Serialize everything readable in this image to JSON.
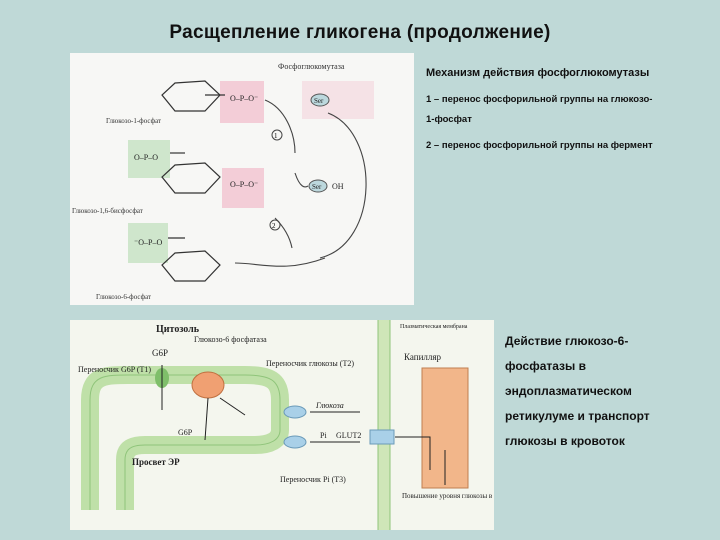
{
  "title": "Расщепление гликогена (продолжение)",
  "top_caption": {
    "heading": "Механизм действия фосфоглюкомутазы",
    "line1": "1 – перенос фосфорильной группы на глюкозо-",
    "line1b": "1-фосфат",
    "line2": "2 – перенос фосфорильной группы на фермент"
  },
  "bottom_caption": {
    "lines": [
      "Действие глюкозо-6-",
      "фосфатазы в",
      "эндоплазматическом",
      "ретикулуме и транспорт",
      "глюкозы в кровоток"
    ]
  },
  "top_figure": {
    "mutase_label": "Фосфоглюкомутаза",
    "glc1p_label": "Глюкозо-1-фосфат",
    "glc16bp_label": "Глюкозо-1,6-бисфосфат",
    "glc6p_label": "Глюкозо-6-фосфат",
    "ser_label": "Ser",
    "oh_label": "OH",
    "step1": "1",
    "step2": "2"
  },
  "bottom_figure": {
    "cytosol": "Цитозоль",
    "membrane": "Плазматическая мембрана",
    "capillary": "Капилляр",
    "g6p": "G6P",
    "g6p_transporter": "Переносчик G6P (T1)",
    "g6pase": "Глюкозо-6 фосфатаза",
    "glucose_transporter": "Переносчик глюкозы (T2)",
    "glucose": "Глюкоза",
    "pi": "Pi",
    "glut2": "GLUT2",
    "g6p_lower": "G6P",
    "er_lumen": "Просвет ЭР",
    "pi_transporter": "Переносчик Pi (T3)",
    "blood_glucose": "Повышение уровня глюкозы в крови"
  }
}
